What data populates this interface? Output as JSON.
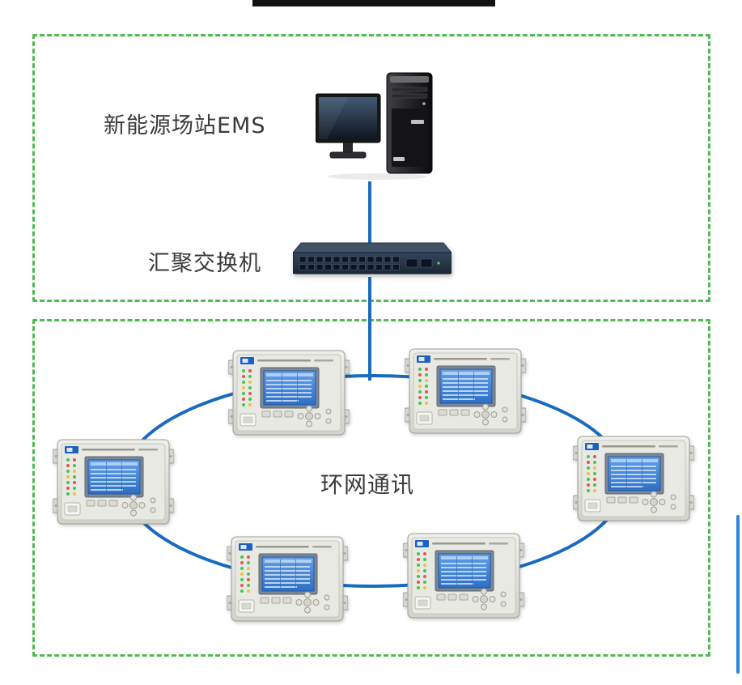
{
  "colors": {
    "frame_dash_green": "#4fbb4f",
    "link_blue": "#1a6bbf",
    "device_screen_blue": "#3f7fd2",
    "top_bar_black": "#121212",
    "right_edge_blue": "#2f86d8"
  },
  "ems_section": {
    "title": "新能源场站EMS",
    "computer_icon": "desktop-computer-icon",
    "switch_label": "汇聚交换机",
    "switch_icon": "network-switch-icon"
  },
  "ring_section": {
    "title": "环网通讯",
    "devices": [
      {
        "position": "top-left"
      },
      {
        "position": "top-right"
      },
      {
        "position": "left"
      },
      {
        "position": "right"
      },
      {
        "position": "bottom-left"
      },
      {
        "position": "bottom-right"
      }
    ]
  }
}
